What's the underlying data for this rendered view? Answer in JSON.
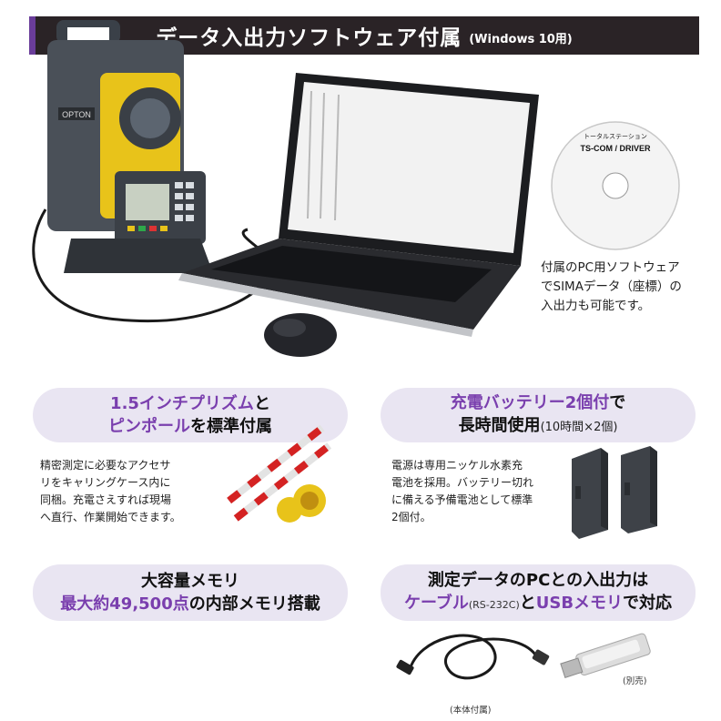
{
  "header": {
    "title": "データ入出力ソフトウェア付属",
    "subtitle": "(Windows 10用)"
  },
  "device": {
    "brand": "OPTON"
  },
  "cd": {
    "line1": "トータルステーション",
    "line2": "TS-COM / DRIVER"
  },
  "cd_caption": {
    "lines": [
      "付属のPC用ソフトウェア",
      "でSIMAデータ（座標）の",
      "入出力も可能です。"
    ]
  },
  "feature_prism": {
    "l1a": "1.5インチプリズム",
    "l1b": "と",
    "l2a": "ピンポール",
    "l2b": "を標準付属",
    "desc": [
      "精密測定に必要なアクセサ",
      "リをキャリングケース内に",
      "同梱。充電さえすれば現場",
      "へ直行、作業開始できます。"
    ]
  },
  "feature_battery": {
    "l1a": "充電バッテリー2個付",
    "l1b": "で",
    "l2a": "長時間使用",
    "l2b": "(10時間×2個)",
    "desc": [
      "電源は専用ニッケル水素充",
      "電池を採用。バッテリー切れ",
      "に備える予備電池として標準",
      "2個付。"
    ]
  },
  "feature_memory": {
    "l1": "大容量メモリ",
    "l2a": "最大約49,500点",
    "l2b": "の内部メモリ搭載"
  },
  "feature_io": {
    "l1": "測定データのPCとの入出力は",
    "l2a": "ケーブル",
    "l2b": "(RS-232C)",
    "l2c": "と",
    "l2d": "USBメモリ",
    "l2e": "で対応",
    "cable_note": "(本体付属)",
    "usb_note": "(別売)"
  }
}
